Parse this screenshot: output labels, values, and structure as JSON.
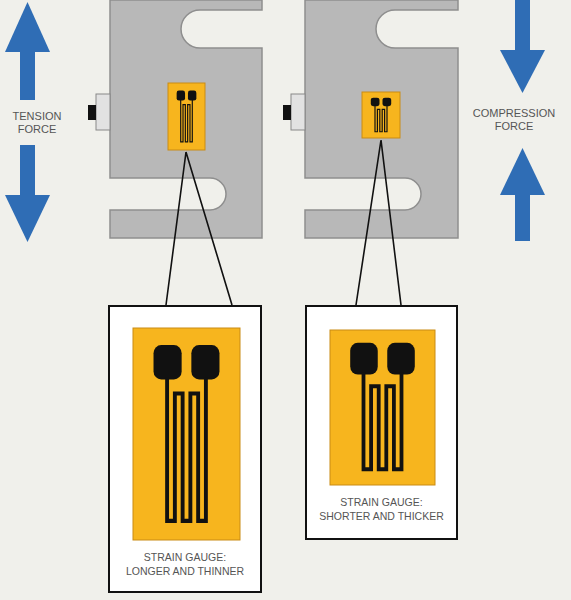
{
  "diagram": {
    "nodes": [
      {
        "text": [
          "STRAIN GAUGE: LONGER AND THINNER"
        ]
      },
      {
        "text": [
          "STRAIN GAUGE: SHORTER AND THICKER"
        ]
      }
    ],
    "labels": [
      "TENSION FORCE",
      "COMPRESSION FORCE"
    ]
  }
}
